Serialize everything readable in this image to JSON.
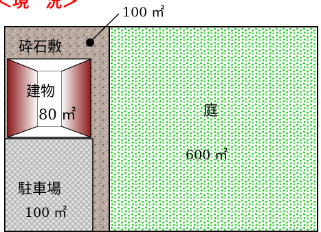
{
  "header": {
    "current_label": "＜現　況＞",
    "current_label_color": "#ff0000",
    "callout_text": "100 ㎡"
  },
  "plan": {
    "gravel": {
      "label": "砕石敷",
      "color": "#b8aaa0"
    },
    "building": {
      "label": "建物",
      "area_text": "80 ㎡",
      "color": "#8b1a1a"
    },
    "garden": {
      "label": "庭",
      "area_text": "600 ㎡",
      "color": "#33cc33"
    },
    "parking": {
      "label": "駐車場",
      "area_text": "100 ㎡",
      "color": "#c8c8c8"
    }
  }
}
